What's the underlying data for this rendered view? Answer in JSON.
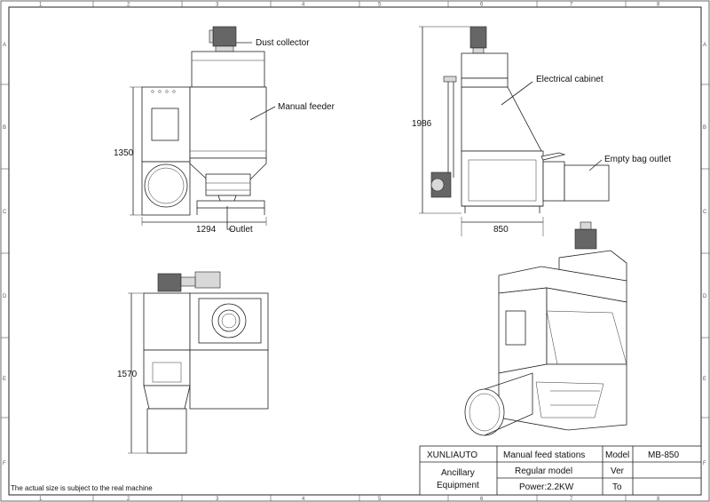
{
  "border": {
    "columns": [
      "1",
      "2",
      "3",
      "4",
      "5",
      "6",
      "7",
      "8"
    ],
    "rows": [
      "A",
      "B",
      "C",
      "D",
      "E",
      "F"
    ]
  },
  "front_view": {
    "labels": {
      "dust_collector": "Dust collector",
      "manual_feeder": "Manual feeder",
      "outlet": "Outlet"
    },
    "dims": {
      "height": "1350",
      "width": "1294"
    }
  },
  "side_view": {
    "labels": {
      "electrical_cabinet": "Electrical cabinet",
      "empty_bag_outlet": "Empty bag outlet"
    },
    "dims": {
      "height": "1986",
      "width": "850"
    }
  },
  "top_view": {
    "dims": {
      "height": "1570"
    }
  },
  "note": "The actual size is subject to the real machine",
  "title_block": {
    "company": "XUNLIAUTO",
    "category_line1": "Ancillary",
    "category_line2": "Equipment",
    "product": "Manual feed stations",
    "variant": "Regular model",
    "power": "Power:2.2KW",
    "model_label": "Model",
    "model_value": "MB-850",
    "ver_label": "Ver",
    "ver_value": "",
    "to_label": "To",
    "to_value": ""
  }
}
